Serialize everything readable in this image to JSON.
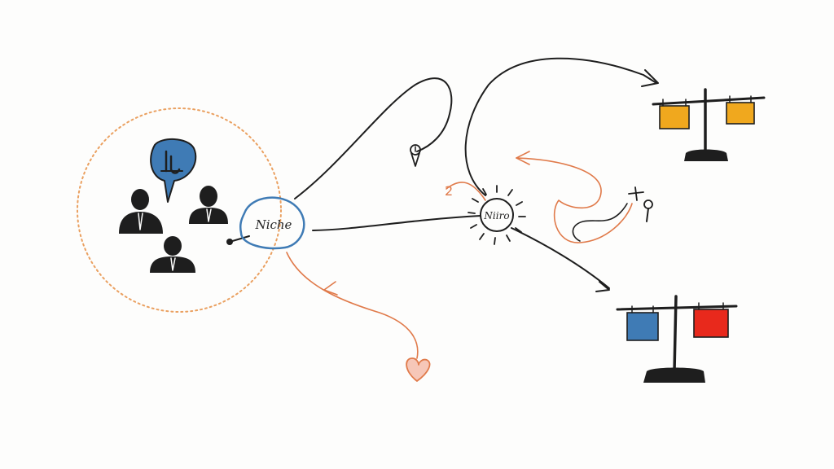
{
  "niche_label": "Niche",
  "hub_label": "Niiro",
  "annotation_mark": "2",
  "colors": {
    "ink": "#1e1e1e",
    "blue": "#3f7bb5",
    "orange": "#e07a4a",
    "circle_orange": "#eaa060",
    "yellow": "#f0a81e",
    "red": "#e8291c",
    "heart_fill": "#f6c7b8"
  },
  "icons": {
    "people": "three-people-in-suits",
    "bubble": "speech-bubble",
    "scales": "balance-scale",
    "pin": "location-pin",
    "heart": "heart"
  }
}
